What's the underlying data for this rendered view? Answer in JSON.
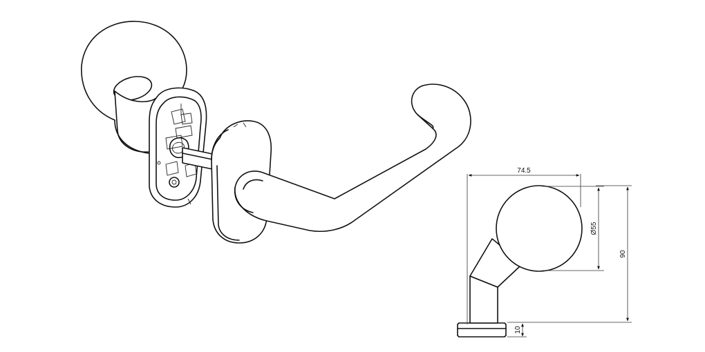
{
  "dimensions": {
    "width_label": "74.5",
    "diameter_label": "Ø55",
    "height_label": "90",
    "base_label": "10"
  },
  "colors": {
    "line": "#111111",
    "background": "#ffffff"
  }
}
